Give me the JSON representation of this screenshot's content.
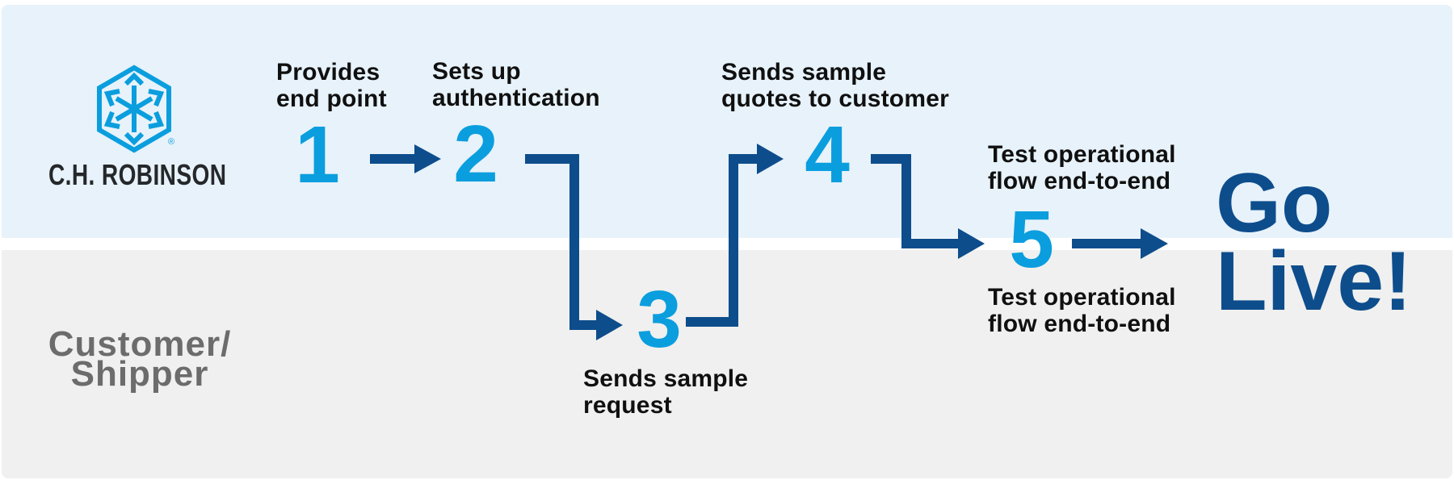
{
  "diagram_title": "C.H. Robinson onboarding process flow",
  "colors": {
    "lane_top_bg": "#E7F2FA",
    "lane_bottom_bg": "#EFF0EF",
    "divider": "#FFFFFF",
    "step_number_cyan": "#0A9EDE",
    "arrow_navy": "#0E4D8C",
    "label_text": "#101010",
    "wordmark_text": "#25282A",
    "customer_text": "#6C6C6C",
    "logo_cyan": "#0A9EDE"
  },
  "lanes": {
    "top": {
      "owner": "C.H. Robinson",
      "brand_wordmark": "C.H. ROBINSON",
      "logo": "chr-hexagon-arrows-logo",
      "registered": "®"
    },
    "bottom": {
      "label_line1": "Customer/",
      "label_line2": "Shipper"
    }
  },
  "steps": [
    {
      "number": "1",
      "lane": "top",
      "label_line1": "Provides",
      "label_line2": "end point"
    },
    {
      "number": "2",
      "lane": "top",
      "label_line1": "Sets up",
      "label_line2": "authentication"
    },
    {
      "number": "3",
      "lane": "bottom",
      "label_line1": "Sends sample",
      "label_line2": "request"
    },
    {
      "number": "4",
      "lane": "top",
      "label_line1": "Sends sample",
      "label_line2": "quotes to customer"
    },
    {
      "number": "5",
      "lane": "both",
      "label_top_line1": "Test operational",
      "label_top_line2": "flow end-to-end",
      "label_bottom_line1": "Test operational",
      "label_bottom_line2": "flow end-to-end"
    }
  ],
  "flow": [
    "1 -> 2",
    "2 -> 3",
    "3 -> 4",
    "4 -> 5",
    "5 -> Go Live!"
  ],
  "finale": {
    "line1": "Go",
    "line2": "Live!"
  }
}
